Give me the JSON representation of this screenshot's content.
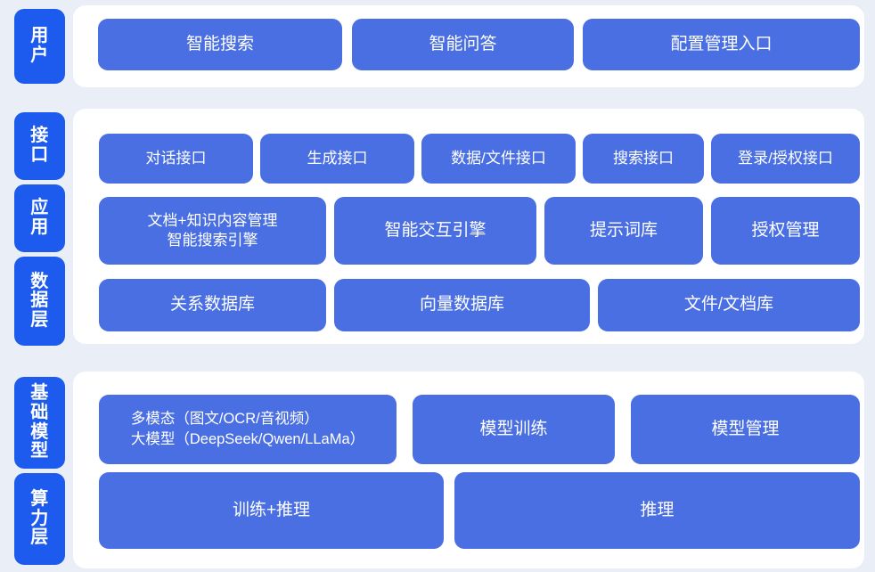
{
  "theme": {
    "background": "#e9eef7",
    "panel": "#ffffff",
    "tab_blue": "#1d5bee",
    "card_blue": "#4a6fe3",
    "text_on_blue": "#ffffff"
  },
  "sections": [
    {
      "id": "user",
      "tabs": [
        {
          "label": "用户"
        }
      ],
      "rows": [
        {
          "id": "user-row",
          "cards": [
            {
              "label": "智能搜索"
            },
            {
              "label": "智能问答"
            },
            {
              "label": "配置管理入口"
            }
          ]
        }
      ]
    },
    {
      "id": "platform",
      "tabs": [
        {
          "label": "接口"
        },
        {
          "label": "应用"
        },
        {
          "label": "数据层"
        }
      ],
      "rows": [
        {
          "id": "interface-row",
          "cards": [
            {
              "label": "对话接口"
            },
            {
              "label": "生成接口"
            },
            {
              "label": "数据/文件接口"
            },
            {
              "label": "搜索接口"
            },
            {
              "label": "登录/授权接口"
            }
          ]
        },
        {
          "id": "application-row",
          "cards": [
            {
              "label": "文档+知识内容管理\n智能搜索引擎"
            },
            {
              "label": "智能交互引擎"
            },
            {
              "label": "提示词库"
            },
            {
              "label": "授权管理"
            }
          ]
        },
        {
          "id": "data-row",
          "cards": [
            {
              "label": "关系数据库"
            },
            {
              "label": "向量数据库"
            },
            {
              "label": "文件/文档库"
            }
          ]
        }
      ]
    },
    {
      "id": "infrastructure",
      "tabs": [
        {
          "label": "基础模型"
        },
        {
          "label": "算力层"
        }
      ],
      "rows": [
        {
          "id": "model-row",
          "cards": [
            {
              "label": "多模态（图文/OCR/音视频）\n大模型（DeepSeek/Qwen/LLaMa）"
            },
            {
              "label": "模型训练"
            },
            {
              "label": "模型管理"
            }
          ]
        },
        {
          "id": "compute-row",
          "cards": [
            {
              "label": "训练+推理"
            },
            {
              "label": "推理"
            }
          ]
        }
      ]
    }
  ]
}
